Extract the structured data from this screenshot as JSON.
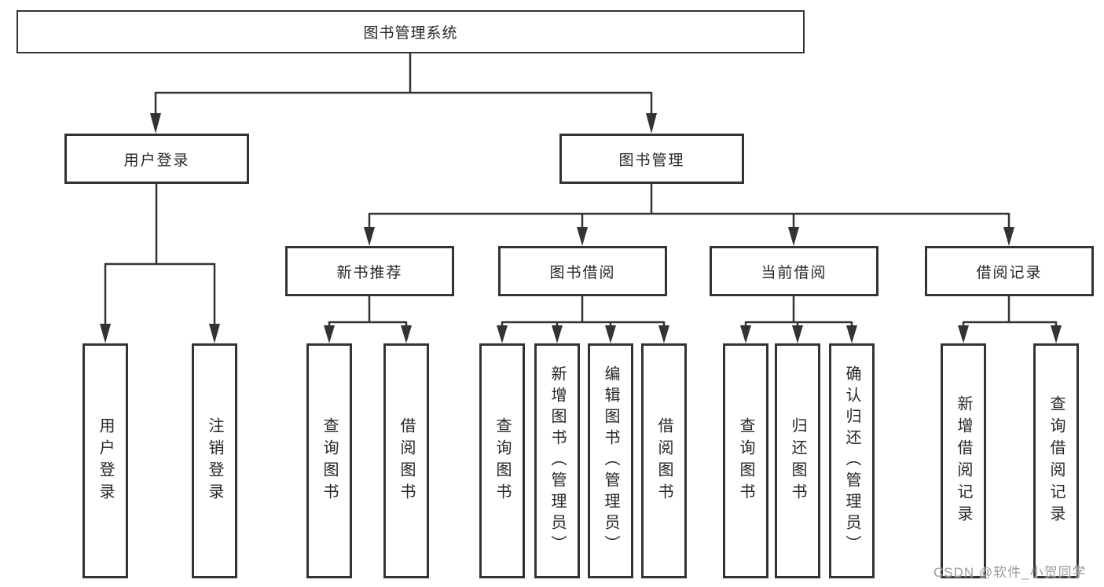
{
  "colors": {
    "line": "#333333",
    "box_border": "#333333",
    "text": "#262626",
    "background": "#ffffff",
    "watermark": "#9c9c9c"
  },
  "diagram": {
    "root": {
      "label": "图书管理系统"
    },
    "branches": [
      {
        "label": "用户登录"
      },
      {
        "label": "图书管理"
      }
    ],
    "modules": [
      {
        "label": "新书推荐"
      },
      {
        "label": "图书借阅"
      },
      {
        "label": "当前借阅"
      },
      {
        "label": "借阅记录"
      }
    ],
    "leaves": [
      {
        "label": "用户登录"
      },
      {
        "label": "注销登录"
      },
      {
        "label": "查询图书"
      },
      {
        "label": "借阅图书"
      },
      {
        "label": "查询图书"
      },
      {
        "label": "新增图书（管理员）"
      },
      {
        "label": "编辑图书（管理员）"
      },
      {
        "label": "借阅图书"
      },
      {
        "label": "查询图书"
      },
      {
        "label": "归还图书"
      },
      {
        "label": "确认归还（管理员）"
      },
      {
        "label": "新增借阅记录"
      },
      {
        "label": "查询借阅记录"
      }
    ]
  },
  "watermark": {
    "text": "CSDN @软件_小贺同学"
  }
}
